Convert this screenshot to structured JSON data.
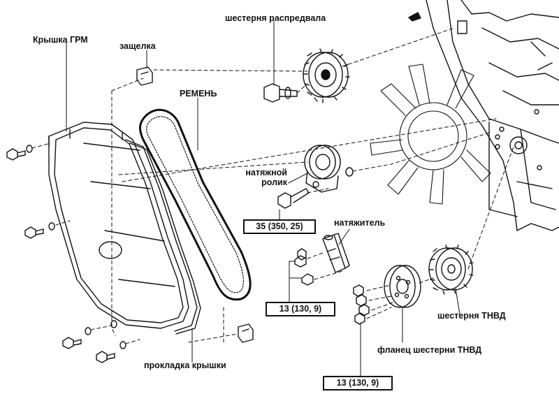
{
  "labels": {
    "camshaft_gear": "шестерня распредвала",
    "timing_cover": "Крышка ГРМ",
    "latch": "защелка",
    "belt": "РЕМЕНЬ",
    "idler_pulley": "натяжной\nролик",
    "tensioner": "натяжитель",
    "pump_gear": "шестерня ТНВД",
    "pump_flange": "фланец шестерни ТНВД",
    "cover_gasket": "прокладка крышки"
  },
  "torque_specs": {
    "idler_bolt": "35 (350, 25)",
    "tensioner_bolts": "13 (130, 9)",
    "flange_bolts": "13 (130, 9)"
  },
  "colors": {
    "ink": "#111111",
    "background": "#ffffff"
  }
}
